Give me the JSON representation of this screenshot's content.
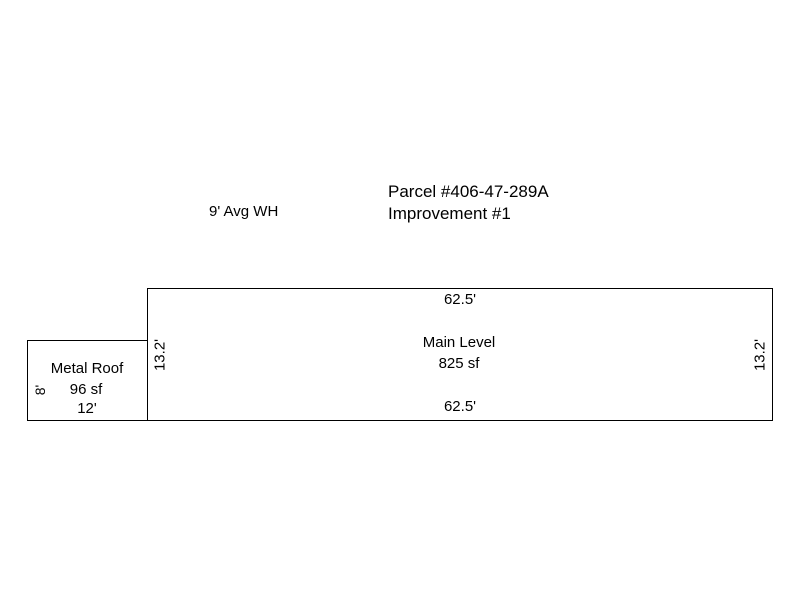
{
  "header": {
    "parcel": "Parcel #406-47-289A",
    "improvement": "Improvement #1"
  },
  "wall_height_note": "9' Avg WH",
  "main_level": {
    "name": "Main Level",
    "area": "825 sf",
    "dim_top": "62.5'",
    "dim_bottom": "62.5'",
    "dim_left": "13.2'",
    "dim_right": "13.2'"
  },
  "metal_roof": {
    "name": "Metal Roof",
    "area": "96 sf",
    "dim_bottom": "12'",
    "dim_left": "8'"
  }
}
